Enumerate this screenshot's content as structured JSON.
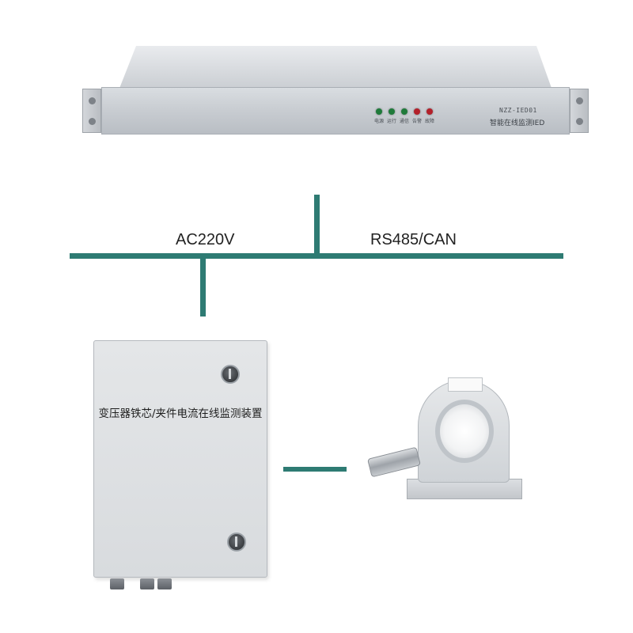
{
  "ied_device": {
    "model": "NZZ-IED01",
    "name": "智能在线监测IED",
    "leds": [
      {
        "label": "电源",
        "color": "#1f7a3a"
      },
      {
        "label": "运行",
        "color": "#1f7a3a"
      },
      {
        "label": "通信",
        "color": "#1f7a3a"
      },
      {
        "label": "告警",
        "color": "#b3202a"
      },
      {
        "label": "故障",
        "color": "#b3202a"
      }
    ]
  },
  "bus": {
    "power_label": "AC220V",
    "comm_label": "RS485/CAN",
    "line_color": "#2e7b73"
  },
  "monitor_box": {
    "title": "变压器铁芯/夹件电流在线监测装置"
  },
  "sensor": {
    "icon": "current-transformer-icon"
  }
}
